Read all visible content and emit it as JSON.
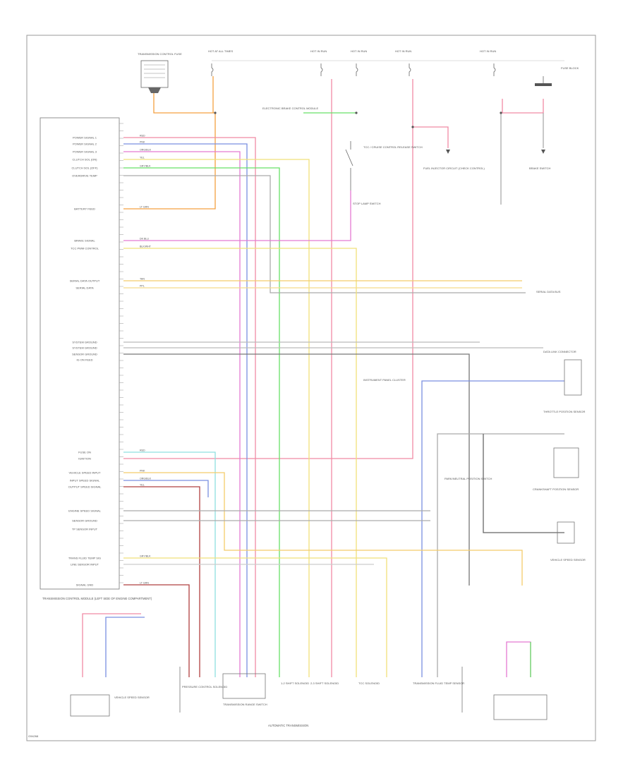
{
  "diagram": {
    "footer_code": "G94268",
    "tcm_title": "TRANSMISSION CONTROL MODULE (LEFT SIDE OF ENGINE COMPARTMENT)",
    "tcm_labels": [
      "POWER SIGNAL 1",
      "POWER SIGNAL 2",
      "POWER SIGNAL 3",
      "CLUTCH SOL (ON)",
      "CLUTCH SOL (OFF)",
      "OVERDRIVE TEMP",
      "BATTERY FEED",
      "BRAKE SIGNAL",
      "TCC PWM CONTROL",
      "SERIAL DATA OUTPUT",
      "SERIAL DATA",
      "SYSTEM GROUND",
      "SYSTEM GROUND",
      "SENSOR GROUND",
      "IG ON FEED",
      "FUSE ON",
      "IGNITION",
      "VEHICLE SPEED INPUT",
      "INPUT SPEED SIGNAL",
      "OUTPUT SPEED SIGNAL",
      "ENGINE SPEED SIGNAL",
      "SENSOR GROUND",
      "TP SENSOR INPUT",
      "TRANS FLUID TEMP SIG",
      "LINE SENSOR INPUT",
      "SIGNAL GND"
    ],
    "top_labels": [
      "TRANSMISSION CONTROL FUSE",
      "HOT AT ALL TIMES",
      "HOT IN RUN",
      "HOT IN RUN",
      "HOT IN RUN",
      "HOT IN RUN",
      "FUSE BLOCK"
    ],
    "side_labels": [
      "ELECTRONIC BRAKE CONTROL MODULE",
      "TCC / CRUISE CONTROL RELEASE SWITCH",
      "STOP LAMP SWITCH",
      "FUEL INJECTOR CIRCUIT (CHECK CONTROL)",
      "BRAKE SWITCH",
      "SERIAL DATA BUS",
      "DATA LINK CONNECTOR",
      "THROTTLE POSITION SENSOR",
      "CRANKSHAFT POSITION SENSOR",
      "VEHICLE SPEED SENSOR",
      "PARK/NEUTRAL POSITION SWITCH",
      "INSTRUMENT PANEL CLUSTER"
    ],
    "bottom_labels": [
      "PRESSURE CONTROL SOLENOID",
      "TRANSMISSION RANGE SWITCH",
      "1-2 SHIFT SOLENOID",
      "2-3 SHIFT SOLENOID",
      "TCC SOLENOID",
      "TRANSMISSION FLUID TEMP SENSOR",
      "VEHICLE SPEED SENSOR",
      "AUTOMATIC TRANSMISSION"
    ],
    "wire_codes": [
      "RED",
      "PNK",
      "ORG/BLK",
      "YEL",
      "GRY/BLK",
      "LT GRN",
      "DK BLU",
      "BLK/WHT",
      "TAN",
      "PPL"
    ]
  }
}
